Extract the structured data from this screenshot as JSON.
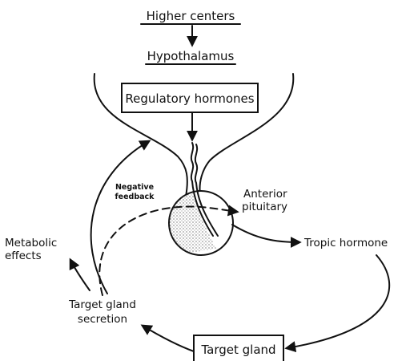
{
  "diagram": {
    "higher_centers": "Higher centers",
    "hypothalamus": "Hypothalamus",
    "regulatory_hormones": "Regulatory hormones",
    "negative_feedback_line1": "Negative",
    "negative_feedback_line2": "feedback",
    "anterior_pituitary_line1": "Anterior",
    "anterior_pituitary_line2": "pituitary",
    "metabolic_effects_line1": "Metabolic",
    "metabolic_effects_line2": "effects",
    "tropic_hormone": "Tropic hormone",
    "target_gland_secretion_line1": "Target gland",
    "target_gland_secretion_line2": "secretion",
    "target_gland": "Target gland"
  }
}
